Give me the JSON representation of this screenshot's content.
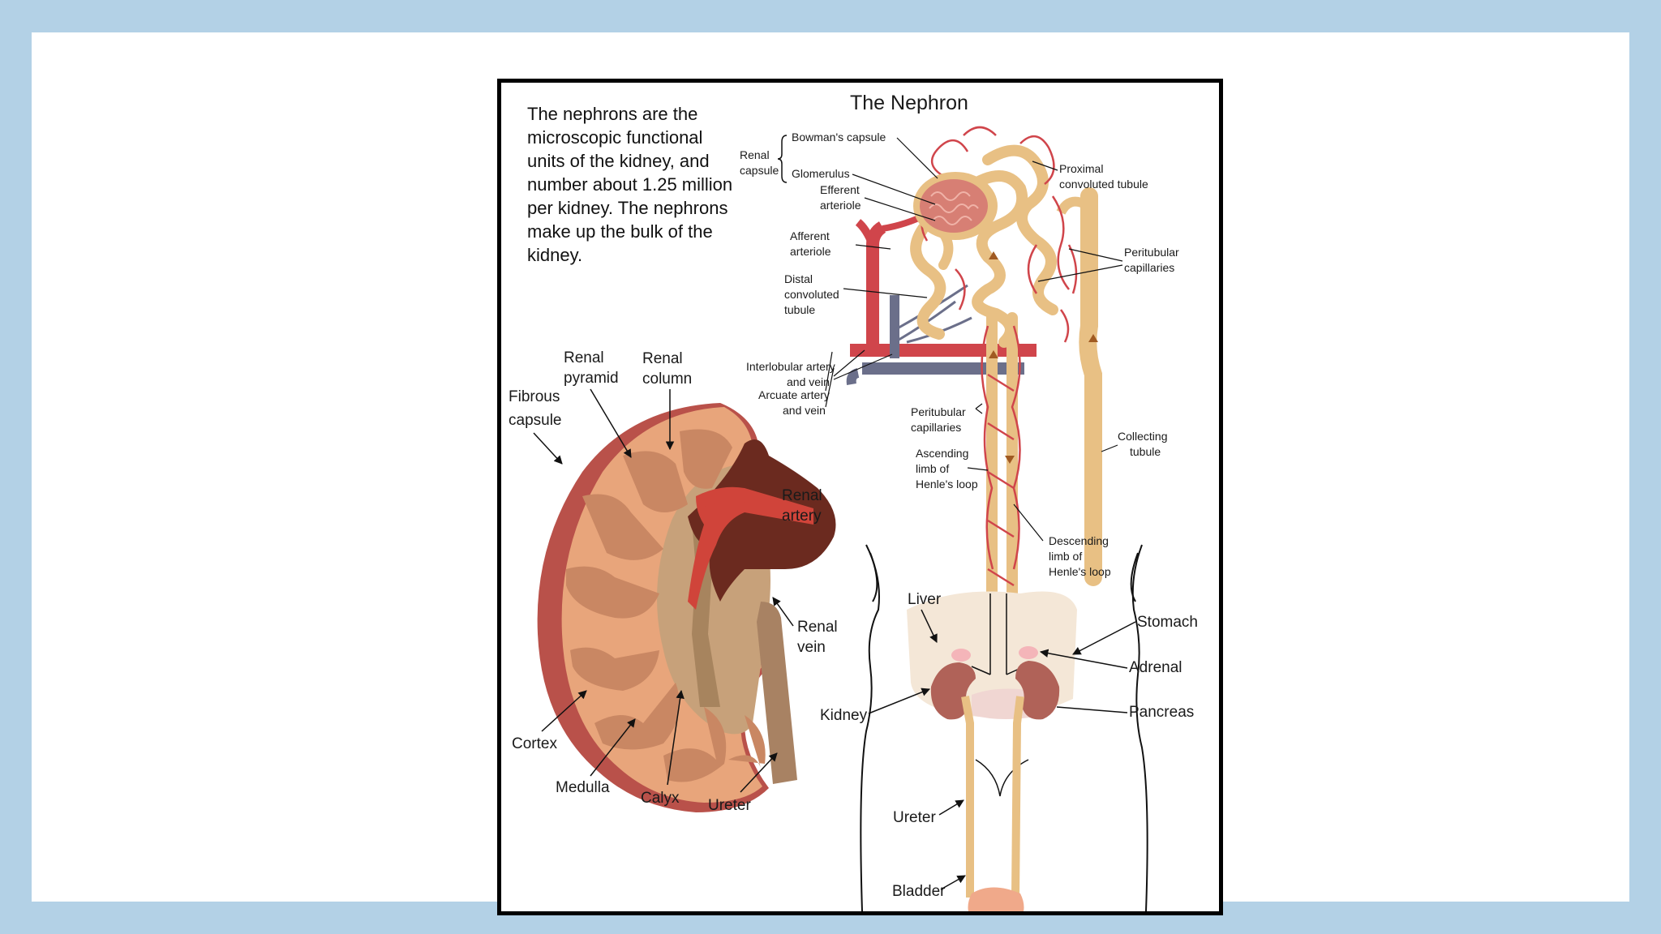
{
  "intro_text": "The nephrons are the microscopic functional units of the kidney, and number about 1.25 million per kidney. The nephrons  make up the bulk of the kidney.",
  "nephron": {
    "title": "The Nephron",
    "renal_capsule": [
      "Renal",
      "capsule"
    ],
    "bowmans_capsule": "Bowman's capsule",
    "glomerulus": "Glomerulus",
    "efferent_arteriole": [
      "Efferent",
      "arteriole"
    ],
    "afferent_arteriole": [
      "Afferent",
      "arteriole"
    ],
    "distal_convoluted_tubule": [
      "Distal",
      "convoluted",
      "tubule"
    ],
    "interlobular_artery_vein": [
      "Interlobular artery",
      "and vein"
    ],
    "arcuate_artery_vein": [
      "Arcuate artery",
      "and vein"
    ],
    "proximal_convoluted_tubule": [
      "Proximal",
      "convoluted tubule"
    ],
    "peritubular_capillaries_upper": [
      "Peritubular",
      "capillaries"
    ],
    "peritubular_capillaries_lower": [
      "Peritubular",
      "capillaries"
    ],
    "ascending_limb": [
      "Ascending",
      "limb of",
      "Henle's loop"
    ],
    "descending_limb": [
      "Descending",
      "limb of",
      "Henle's loop"
    ],
    "collecting_tubule": [
      "Collecting",
      "tubule"
    ]
  },
  "kidney": {
    "renal_pyramid": [
      "Renal",
      "pyramid"
    ],
    "renal_column": [
      "Renal",
      "column"
    ],
    "fibrous_capsule": [
      "Fibrous",
      "capsule"
    ],
    "renal_artery": [
      "Renal",
      "artery"
    ],
    "renal_vein": [
      "Renal",
      "vein"
    ],
    "cortex": "Cortex",
    "medulla": "Medulla",
    "calyx": "Calyx",
    "ureter": "Ureter"
  },
  "body": {
    "liver": "Liver",
    "stomach": "Stomach",
    "adrenal": "Adrenal",
    "pancreas": "Pancreas",
    "kidney": "Kidney",
    "ureter": "Ureter",
    "bladder": "Bladder"
  },
  "colors": {
    "background": "#b3d1e6",
    "artery": "#d0454b",
    "vein": "#6b6f8a",
    "tubule": "#e8c084",
    "kidney_cortex": "#e8a57b",
    "kidney_pyramid": "#c98763",
    "capsule": "#b9514a",
    "renal_vein": "#6b2a1f"
  }
}
